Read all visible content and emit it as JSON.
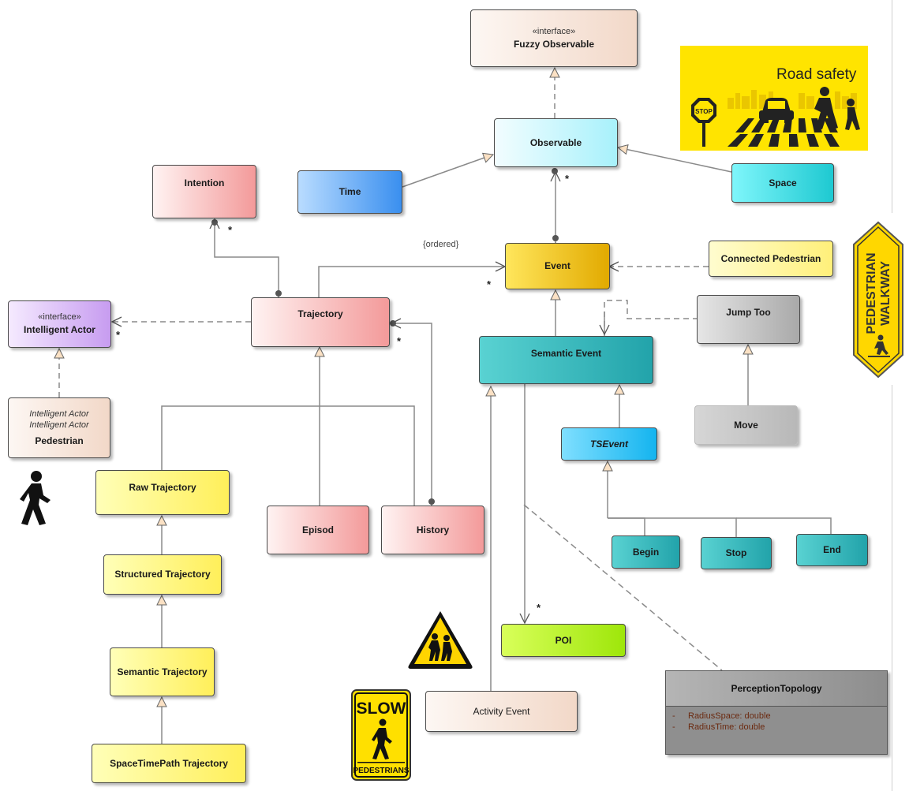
{
  "nodes": {
    "fuzzy_observable": {
      "stereotype": "«interface»",
      "label": "Fuzzy Observable"
    },
    "observable": {
      "label": "Observable"
    },
    "time": {
      "label": "Time"
    },
    "space": {
      "label": "Space"
    },
    "intention": {
      "label": "Intention"
    },
    "event": {
      "label": "Event"
    },
    "connected_pedestrian": {
      "label": "Connected Pedestrian"
    },
    "intelligent_actor": {
      "stereotype": "«interface»",
      "label": "Intelligent Actor"
    },
    "trajectory": {
      "label": "Trajectory"
    },
    "semantic_event": {
      "label": "Semantic Event"
    },
    "jump_too": {
      "label": "Jump Too"
    },
    "pedestrian": {
      "realizes_1": "Intelligent Actor",
      "realizes_2": "Intelligent Actor",
      "label": "Pedestrian"
    },
    "move": {
      "label": "Move"
    },
    "tsevent": {
      "label": "TSEvent"
    },
    "raw_trajectory": {
      "label": "Raw Trajectory"
    },
    "episod": {
      "label": "Episod"
    },
    "history": {
      "label": "History"
    },
    "begin": {
      "label": "Begin"
    },
    "stop": {
      "label": "Stop"
    },
    "end": {
      "label": "End"
    },
    "structured_trajectory": {
      "label": "Structured Trajectory"
    },
    "poi": {
      "label": "POI"
    },
    "semantic_trajectory": {
      "label": "Semantic Trajectory"
    },
    "activity_event": {
      "label": "Activity Event"
    },
    "spacetimepath_trajectory": {
      "label": "SpaceTimePath Trajectory"
    }
  },
  "perception_topology": {
    "title": "PerceptionTopology",
    "attributes": [
      {
        "marker": "-",
        "text": "RadiusSpace: double"
      },
      {
        "marker": "-",
        "text": "RadiusTime: double"
      }
    ]
  },
  "connector_labels": {
    "ordered": "{ordered}",
    "multiplicity": "*"
  },
  "signs": {
    "road_safety": {
      "title": "Road safety",
      "stop": "STOP",
      "background": "#ffe400"
    },
    "pedestrian_walkway": {
      "line1": "PEDESTRIAN",
      "line2": "WALKWAY",
      "background": "#ffd700"
    },
    "slow_pedestrians": {
      "top": "SLOW",
      "bottom": "PEDESTRIANS",
      "background": "#ffe000"
    }
  }
}
